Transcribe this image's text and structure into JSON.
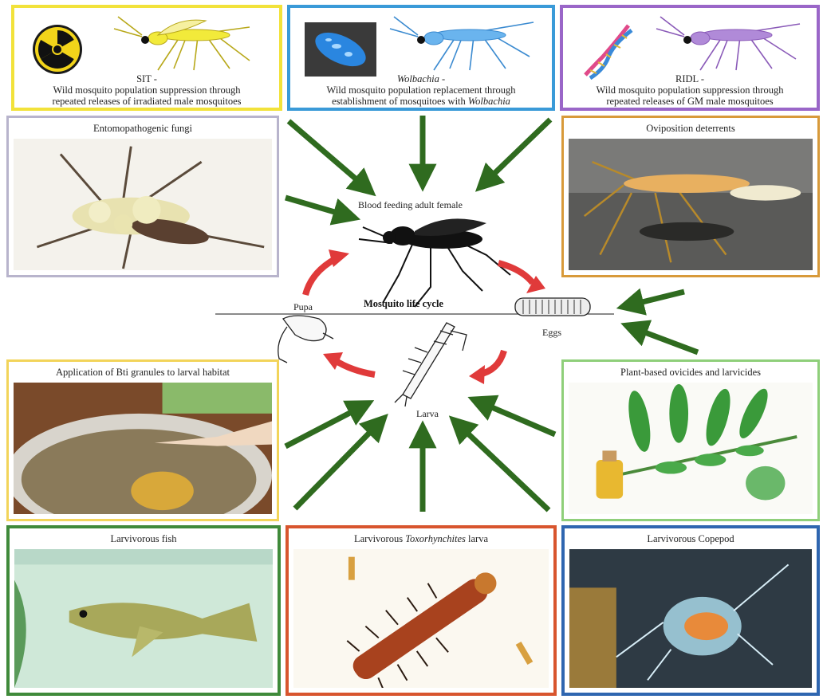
{
  "panels": {
    "sit": {
      "title": "SIT -",
      "desc_line1": "Wild mosquito population suppression through",
      "desc_line2": "repeated releases of irradiated male mosquitoes",
      "border": "#f2e23a",
      "icon": "radiation-icon"
    },
    "wolbachia": {
      "title_italic": "Wolbachia",
      "title_suffix": " -",
      "desc_line1": "Wild mosquito population replacement through",
      "desc_line2_pre": "establishment of mosquitoes with ",
      "desc_line2_italic": "Wolbachia",
      "border": "#3a9ad8",
      "icon": "bacteria-icon"
    },
    "ridl": {
      "title": "RIDL -",
      "desc_line1": "Wild mosquito population suppression through",
      "desc_line2": "repeated releases of GM male mosquitoes",
      "border": "#9a66c8",
      "icon": "dna-helix-icon"
    },
    "fungi": {
      "title": "Entomopathogenic fungi",
      "border": "#b8b4cc"
    },
    "oviposition": {
      "title": "Oviposition deterrents",
      "border": "#d89a3a"
    },
    "bti": {
      "title": "Application of Bti granules to larval habitat",
      "border": "#f2d45a"
    },
    "plant": {
      "title": "Plant-based ovicides and larvicides",
      "border": "#8fcf7a"
    },
    "fish": {
      "title": "Larvivorous fish",
      "border": "#3f8a3a"
    },
    "toxo": {
      "title_pre": "Larvivorous ",
      "title_italic": "Toxorhynchites",
      "title_suffix": " larva",
      "border": "#d8552e"
    },
    "copepod": {
      "title": "Larvivorous Copepod",
      "border": "#2f66b0"
    }
  },
  "lifecycle": {
    "title": "Mosquito life cycle",
    "adult": "Blood feeding adult female",
    "eggs": "Eggs",
    "larva": "Larva",
    "pupa": "Pupa"
  },
  "colors": {
    "control_arrow": "#2f6b1f",
    "cycle_arrow": "#e03a3a"
  }
}
